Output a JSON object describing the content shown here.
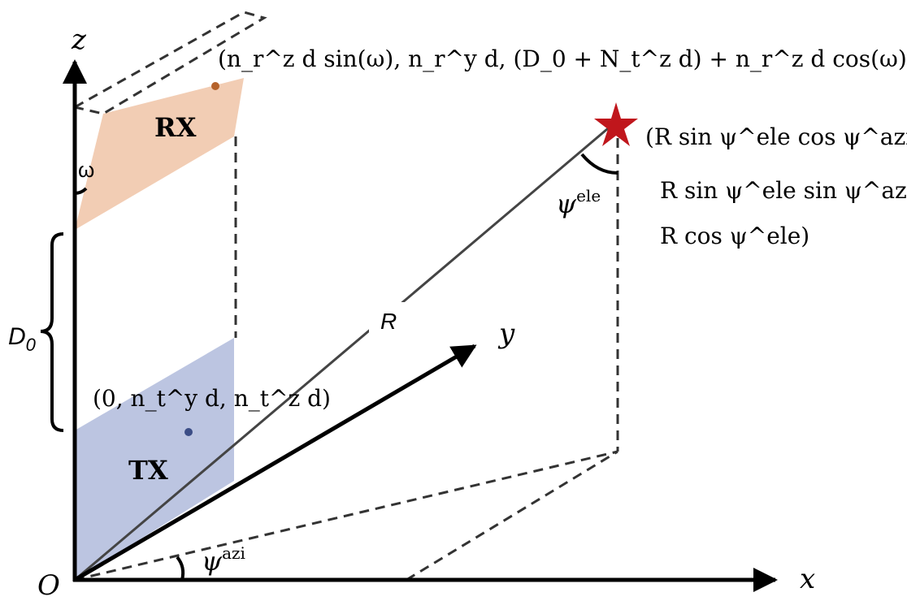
{
  "labels": {
    "z_axis": "z",
    "y_axis": "y",
    "x_axis": "x",
    "origin": "O",
    "range": "R",
    "omega": "ω",
    "d0": "D",
    "d0_sub": "0",
    "rx": "RX",
    "tx": "TX",
    "psi_ele": "ψ",
    "psi_ele_sup": "ele",
    "psi_azi": "ψ",
    "psi_azi_sup": "azi"
  },
  "rx_coord": "(n_r^z d sin(ω), n_r^y d, (D_0 + N_t^z d) + n_r^z d cos(ω))",
  "tx_coord": "(0, n_t^y d, n_t^z d)",
  "target_coord": {
    "line1": "(R sin ψ^ele cos ψ^azi,",
    "line2": "R sin ψ^ele sin ψ^azi, ",
    "line3": "R cos ψ^ele)"
  },
  "colors": {
    "rx_fill": "#f2cdb4",
    "tx_fill": "#bcc5e1",
    "rx_dot": "#b5622b",
    "tx_dot": "#3b4d86",
    "target_star": "#c0161c",
    "axis": "#000000",
    "dash": "#333333"
  }
}
